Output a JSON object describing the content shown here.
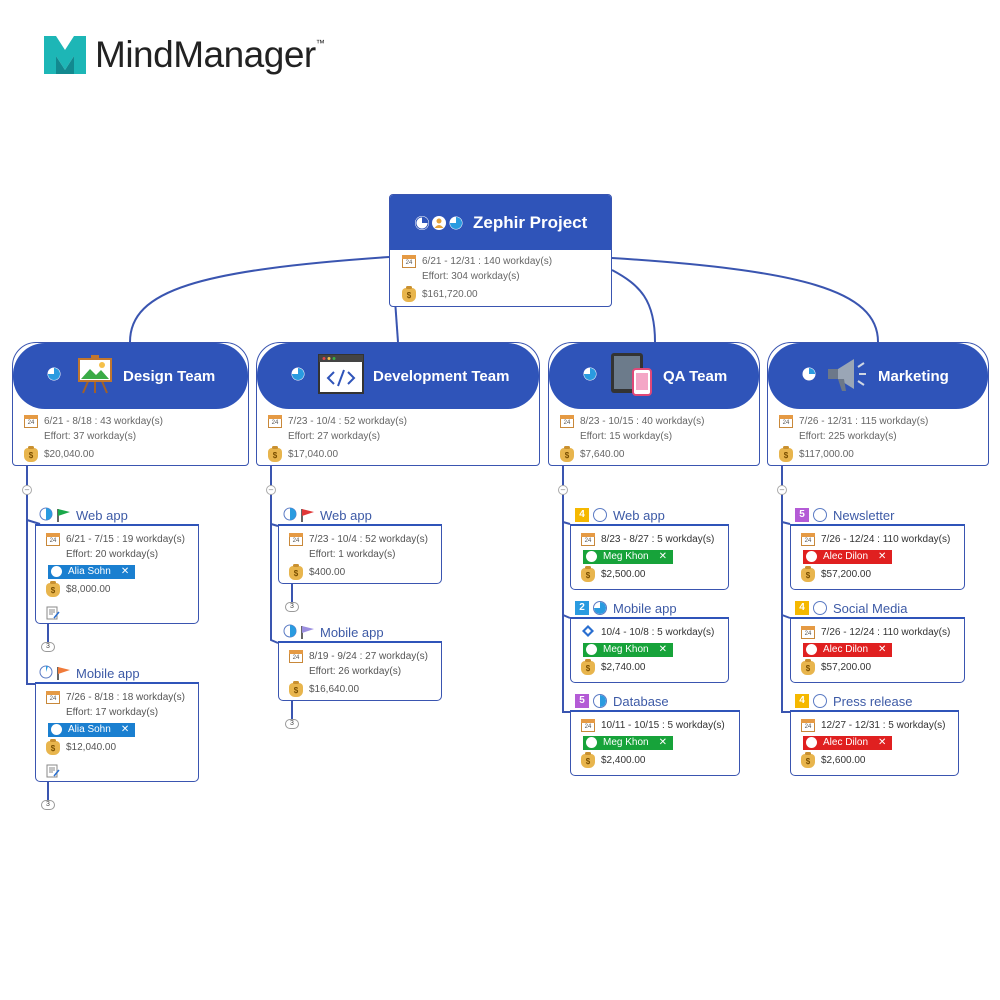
{
  "logo": {
    "text": "MindManager",
    "tm": "™"
  },
  "root": {
    "title": "Zephir Project",
    "dates": "6/21 - 12/31 : 140 workday(s)",
    "effort": "Effort: 304 workday(s)",
    "cost": "$161,720.00"
  },
  "teams": [
    {
      "title": "Design Team",
      "dates": "6/21 - 8/18 : 43 workday(s)",
      "effort": "Effort: 37 workday(s)",
      "cost": "$20,040.00"
    },
    {
      "title": "Development Team",
      "dates": "7/23 - 10/4 : 52 workday(s)",
      "effort": "Effort: 27 workday(s)",
      "cost": "$17,040.00"
    },
    {
      "title": "QA Team",
      "dates": "8/23 - 10/15 : 40 workday(s)",
      "effort": "Effort: 15 workday(s)",
      "cost": "$7,640.00"
    },
    {
      "title": "Marketing",
      "dates": "7/26 - 12/31 : 115 workday(s)",
      "effort": "Effort: 225 workday(s)",
      "cost": "$117,000.00"
    }
  ],
  "design": {
    "web": {
      "title": "Web app",
      "dates": "6/21 - 7/15 : 19 workday(s)",
      "effort": "Effort: 20 workday(s)",
      "resource": "Alia Sohn",
      "cost": "$8,000.00",
      "count": "3"
    },
    "mobile": {
      "title": "Mobile app",
      "dates": "7/26 - 8/18 : 18 workday(s)",
      "effort": "Effort: 17 workday(s)",
      "resource": "Alia Sohn",
      "cost": "$12,040.00",
      "count": "3"
    }
  },
  "dev": {
    "web": {
      "title": "Web app",
      "dates": "7/23 - 10/4 : 52 workday(s)",
      "effort": "Effort: 1 workday(s)",
      "cost": "$400.00",
      "count": "3"
    },
    "mobile": {
      "title": "Mobile app",
      "dates": "8/19 - 9/24 : 27 workday(s)",
      "effort": "Effort: 26 workday(s)",
      "cost": "$16,640.00",
      "count": "3"
    }
  },
  "qa": [
    {
      "priority": "4",
      "title": "Web app",
      "dates": "8/23 - 8/27 : 5 workday(s)",
      "resource": "Meg Khon",
      "cost": "$2,500.00"
    },
    {
      "priority": "2",
      "title": "Mobile app",
      "dates": "10/4 - 10/8 : 5 workday(s)",
      "resource": "Meg Khon",
      "cost": "$2,740.00"
    },
    {
      "priority": "5",
      "title": "Database",
      "dates": "10/11 - 10/15 : 5 workday(s)",
      "resource": "Meg Khon",
      "cost": "$2,400.00"
    }
  ],
  "marketing": [
    {
      "priority": "5",
      "title": "Newsletter",
      "dates": "7/26 - 12/24 : 110 workday(s)",
      "resource": "Alec Dilon",
      "cost": "$57,200.00"
    },
    {
      "priority": "4",
      "title": "Social Media",
      "dates": "7/26 - 12/24 : 110 workday(s)",
      "resource": "Alec Dilon",
      "cost": "$57,200.00"
    },
    {
      "priority": "4",
      "title": "Press release",
      "dates": "12/27 - 12/31 : 5 workday(s)",
      "resource": "Alec Dilon",
      "cost": "$2,600.00"
    }
  ],
  "icons": {
    "calendar_day": "24",
    "money": "$",
    "remove": "✕",
    "collapse": "–"
  },
  "colors": {
    "topic_blue": "#2f54b9",
    "line_blue": "#3a55b0",
    "priority_yellow": "#f5b800",
    "priority_blue": "#2a9be0",
    "priority_purple": "#b45bd6",
    "resource_blue": "#1a7fd0",
    "resource_green": "#17a33a",
    "resource_red": "#e02020"
  }
}
